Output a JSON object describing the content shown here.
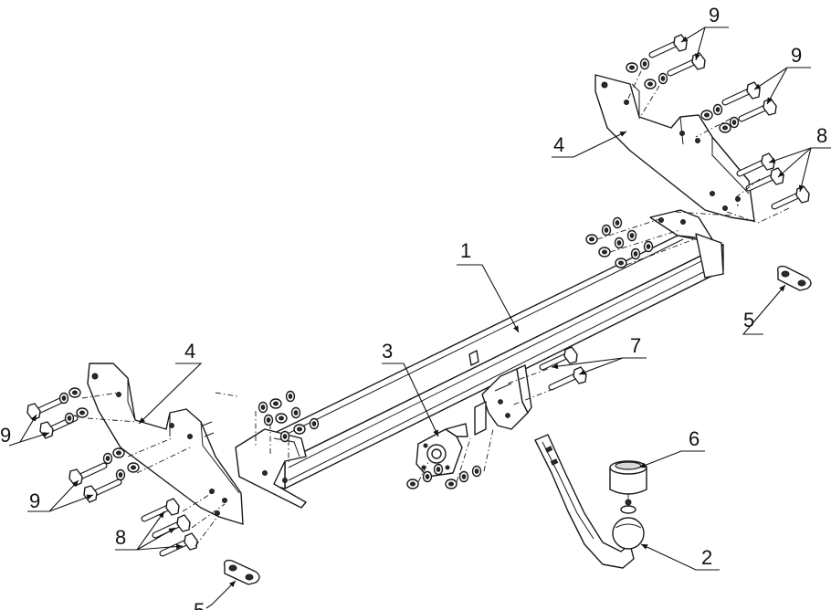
{
  "callouts": {
    "c1": "1",
    "c2": "2",
    "c3": "3",
    "c4_right": "4",
    "c4_left": "4",
    "c5_right": "5",
    "c5_left": "5",
    "c6": "6",
    "c7": "7",
    "c8_right": "8",
    "c8_left": "8",
    "c9_right_top": "9",
    "c9_right_mid": "9",
    "c9_left_top": "9",
    "c9_left_mid": "9"
  },
  "colors": {
    "line": "#1a1a1a",
    "background": "#ffffff",
    "shade": "#d8d8d8"
  }
}
